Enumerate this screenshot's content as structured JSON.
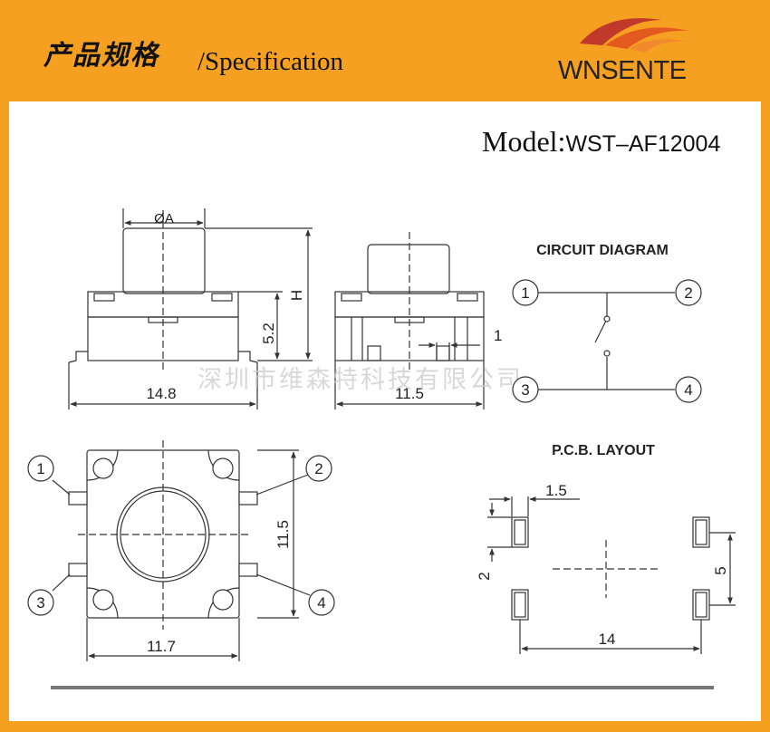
{
  "header": {
    "title_cn": "产品规格",
    "title_en": "/Specification",
    "brand": "WNSENTE"
  },
  "model": {
    "label": "Model:",
    "value": "WST–AF12004"
  },
  "front_view": {
    "diameter_label": "ØA",
    "height_label": "H",
    "body_height": "5.2",
    "width": "14.8"
  },
  "side_view": {
    "width": "11.5",
    "pin_width": "1"
  },
  "watermark": "深圳市维森特科技有限公司",
  "circuit": {
    "title": "CIRCUIT DIAGRAM",
    "pins": [
      "1",
      "2",
      "3",
      "4"
    ]
  },
  "top_view": {
    "pins": [
      "1",
      "2",
      "3",
      "4"
    ],
    "width": "11.7",
    "height": "11.5"
  },
  "pcb": {
    "title": "P.C.B. LAYOUT",
    "pad_width": "1.5",
    "pad_height": "2",
    "row_spacing": "5",
    "col_spacing": "14"
  },
  "colors": {
    "background": "#f5a020",
    "panel": "#ffffff",
    "line": "#333333",
    "bottom_bar": "#777777"
  }
}
